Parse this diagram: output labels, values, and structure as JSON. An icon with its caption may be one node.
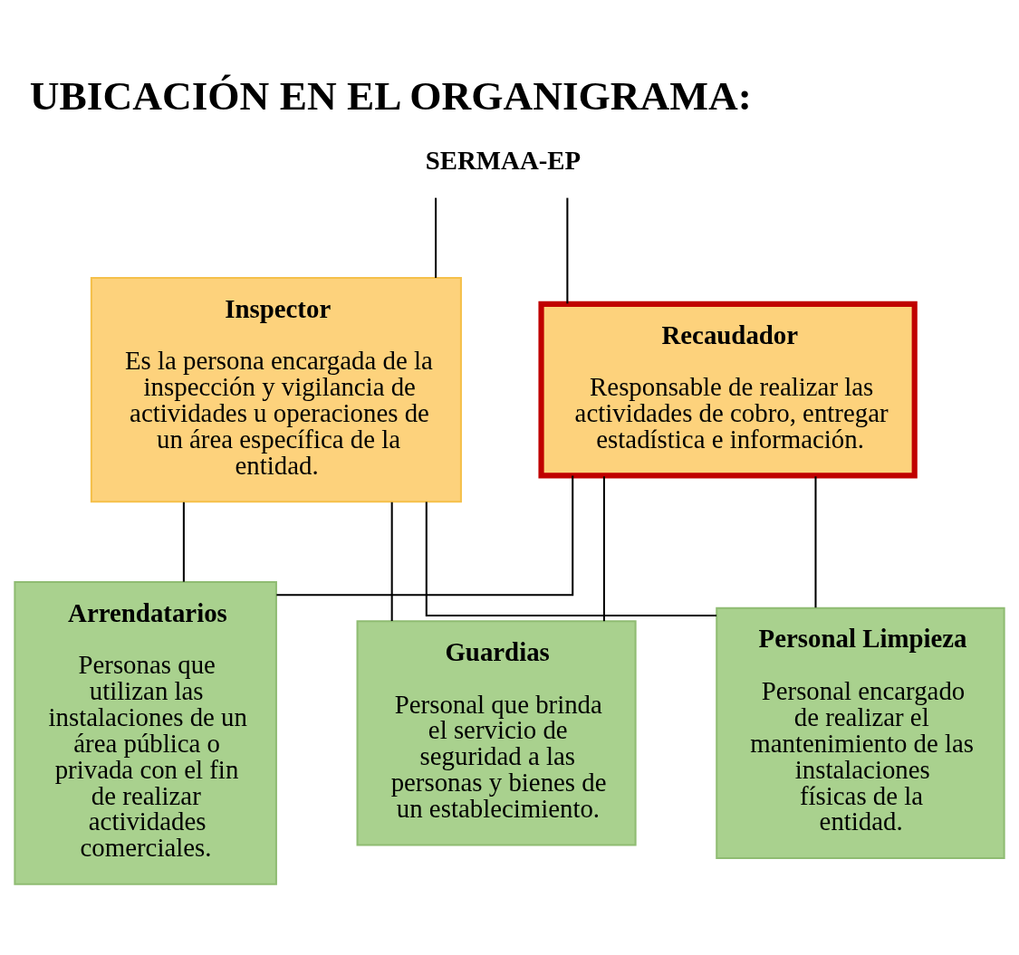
{
  "diagram": {
    "title": "UBICACIÓN EN EL ORGANIGRAMA:",
    "nodes": [
      {
        "text": [
          "SERMAA-EP"
        ]
      },
      {
        "text": [
          "Inspector",
          "Es la persona encargada de la inspección y vigilancia de actividades u operaciones de un área específica de la entidad."
        ]
      },
      {
        "text": [
          "Recaudador",
          "Responsable de realizar las actividades de cobro, entregar estadística e información."
        ]
      },
      {
        "text": [
          "Arrendatarios",
          "Personas que utilizan las instalaciones de un área pública o privada con el fin de realizar actividades comerciales."
        ]
      },
      {
        "text": [
          "Guardias",
          "Personal que brinda el servicio de seguridad a las personas y bienes de un establecimiento."
        ]
      },
      {
        "text": [
          "Personal Limpieza",
          "Personal encargado de realizar el mantenimiento de las instalaciones físicas de la entidad."
        ]
      }
    ],
    "edges": [
      {
        "from": 0,
        "to": 1,
        "arrow": "none"
      },
      {
        "from": 0,
        "to": 2,
        "arrow": "none"
      },
      {
        "from": 1,
        "to": 3,
        "arrow": "none"
      },
      {
        "from": 1,
        "to": 4,
        "arrow": "none"
      },
      {
        "from": 1,
        "to": 5,
        "arrow": "none"
      },
      {
        "from": 2,
        "to": 3,
        "arrow": "none"
      },
      {
        "from": 2,
        "to": 4,
        "arrow": "none"
      },
      {
        "from": 2,
        "to": 5,
        "arrow": "none"
      }
    ]
  }
}
